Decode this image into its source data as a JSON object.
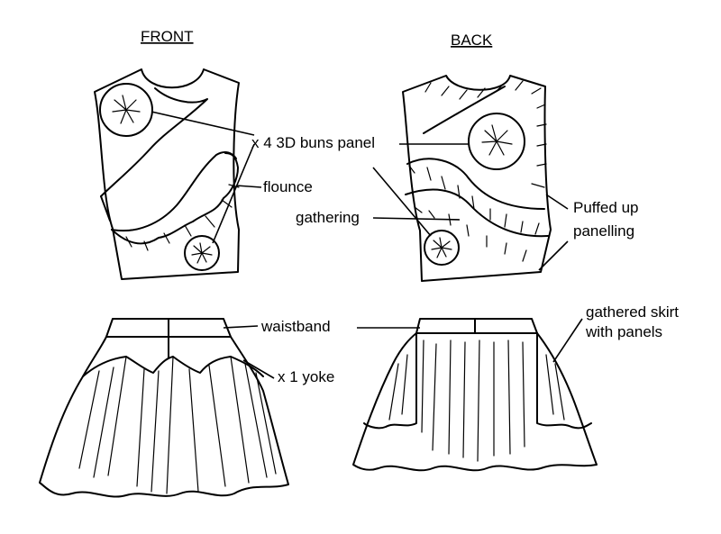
{
  "views": {
    "front": "FRONT",
    "back": "BACK"
  },
  "labels": {
    "buns_panel": "x 4 3D buns panel",
    "flounce": "flounce",
    "gathering": "gathering",
    "puffed_line1": "Puffed up",
    "puffed_line2": "panelling",
    "waistband": "waistband",
    "yoke": "x 1 yoke",
    "skirt_line1": "gathered skirt",
    "skirt_line2": "with panels"
  }
}
